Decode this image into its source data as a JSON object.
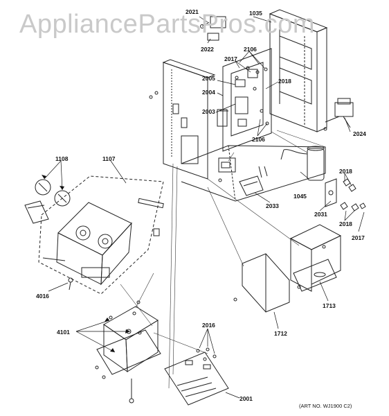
{
  "watermark": "AppliancePartsPros.com",
  "art_number": "(ART NO. WJ1900 C2)",
  "labels": {
    "p2021": "2021",
    "p1035": "1035",
    "p2022": "2022",
    "p2106a": "2106",
    "p2017a": "2017",
    "p2005": "2005",
    "p2004": "2004",
    "p2018a": "2018",
    "p2003": "2003",
    "p2106b": "2106",
    "p2024": "2024",
    "p1108": "1108",
    "p1107": "1107",
    "p2018b": "2018",
    "p1045": "1045",
    "p2033": "2033",
    "p2031": "2031",
    "p2018c": "2018",
    "p2017b": "2017",
    "p4016": "4016",
    "p1713": "1713",
    "p1712": "1712",
    "p4101": "4101",
    "p2016": "2016",
    "p2001": "2001"
  }
}
